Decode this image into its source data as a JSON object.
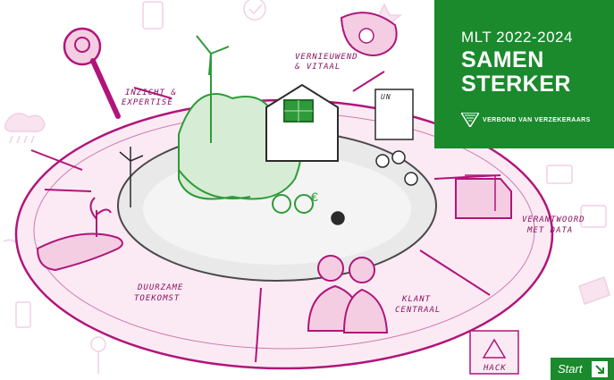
{
  "brand": {
    "subtitle": "MLT 2022-2024",
    "title_line1": "SAMEN",
    "title_line2": "STERKER",
    "logo_text": "VERBOND VAN VERZEKERAARS"
  },
  "themes": {
    "inzicht_line1": "INZICHT &",
    "inzicht_line2": "EXPERTISE",
    "vernieuwend_line1": "VERNIEUWEND",
    "vernieuwend_line2": "& VITAAL",
    "verantwoord_line1": "VERANTWOORD",
    "verantwoord_line2": "MET DATA",
    "klant_line1": "KLANT",
    "klant_line2": "CENTRAAL",
    "duurzame_line1": "DUURZAME",
    "duurzame_line2": "TOEKOMST"
  },
  "scene_labels": {
    "door_sign": "UN",
    "hack_sign": "HACK"
  },
  "start": {
    "label": "Start"
  },
  "colors": {
    "brand_green": "#1a8a2c",
    "magenta": "#b0157a",
    "light_pink": "#f1c6e1",
    "sketch_green": "#2f9a3a"
  }
}
